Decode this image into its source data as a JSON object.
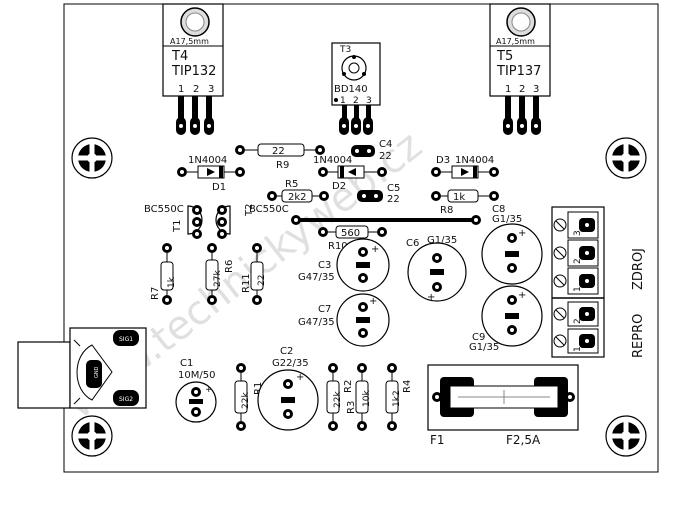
{
  "watermark": "www.technickyweb.cz",
  "transistors": {
    "T4": {
      "ref": "T4",
      "part": "TIP132",
      "size": "A17,5mm",
      "pins": [
        "1",
        "2",
        "3"
      ]
    },
    "T5": {
      "ref": "T5",
      "part": "TIP137",
      "size": "A17,5mm",
      "pins": [
        "1",
        "2",
        "3"
      ]
    },
    "T3": {
      "ref": "T3",
      "part": "BD140",
      "pins": [
        "1",
        "2",
        "3"
      ]
    },
    "T1": {
      "ref": "T1",
      "part": "BC550C"
    },
    "T2": {
      "ref": "T2",
      "part": "BC550C"
    }
  },
  "diodes": {
    "D1": {
      "ref": "D1",
      "part": "1N4004"
    },
    "D2": {
      "ref": "D2",
      "part": "1N4004"
    },
    "D3": {
      "ref": "D3",
      "part": "1N4004"
    }
  },
  "resistors": {
    "R9": {
      "ref": "R9",
      "value": "22"
    },
    "R5": {
      "ref": "R5",
      "value": "2k2"
    },
    "R8": {
      "ref": "R8",
      "value": "1k"
    },
    "R10": {
      "ref": "R10",
      "value": "560"
    },
    "R7": {
      "ref": "R7",
      "value": "1k"
    },
    "R6": {
      "ref": "R6",
      "value": "27k"
    },
    "R11": {
      "ref": "R11",
      "value": "22"
    },
    "R1": {
      "ref": "R1",
      "value": "22k"
    },
    "R2": {
      "ref": "R2",
      "value": "22k"
    },
    "R3": {
      "ref": "R3",
      "value": "10k"
    },
    "R4": {
      "ref": "R4",
      "value": "1k2"
    }
  },
  "capacitors": {
    "C4": {
      "ref": "C4",
      "value": "22"
    },
    "C5": {
      "ref": "C5",
      "value": "22"
    },
    "C8": {
      "ref": "C8",
      "value": "G1/35"
    },
    "C6": {
      "ref": "C6",
      "value": "G1/35"
    },
    "C3": {
      "ref": "C3",
      "value": "G47/35"
    },
    "C7": {
      "ref": "C7",
      "value": "G47/35"
    },
    "C9": {
      "ref": "C9",
      "value": "G1/35"
    },
    "C1": {
      "ref": "C1",
      "value": "10M/50"
    },
    "C2": {
      "ref": "C2",
      "value": "G22/35"
    }
  },
  "fuse": {
    "ref": "F1",
    "value": "F2,5A"
  },
  "terminals": {
    "zdroj": {
      "label": "ZDROJ",
      "pins": [
        "3",
        "2",
        "1"
      ]
    },
    "repro": {
      "label": "REPRO",
      "pins": [
        "2",
        "1"
      ]
    }
  },
  "input_jack": {
    "pin_labels": [
      "SIG1",
      "GND",
      "SIG2"
    ]
  }
}
